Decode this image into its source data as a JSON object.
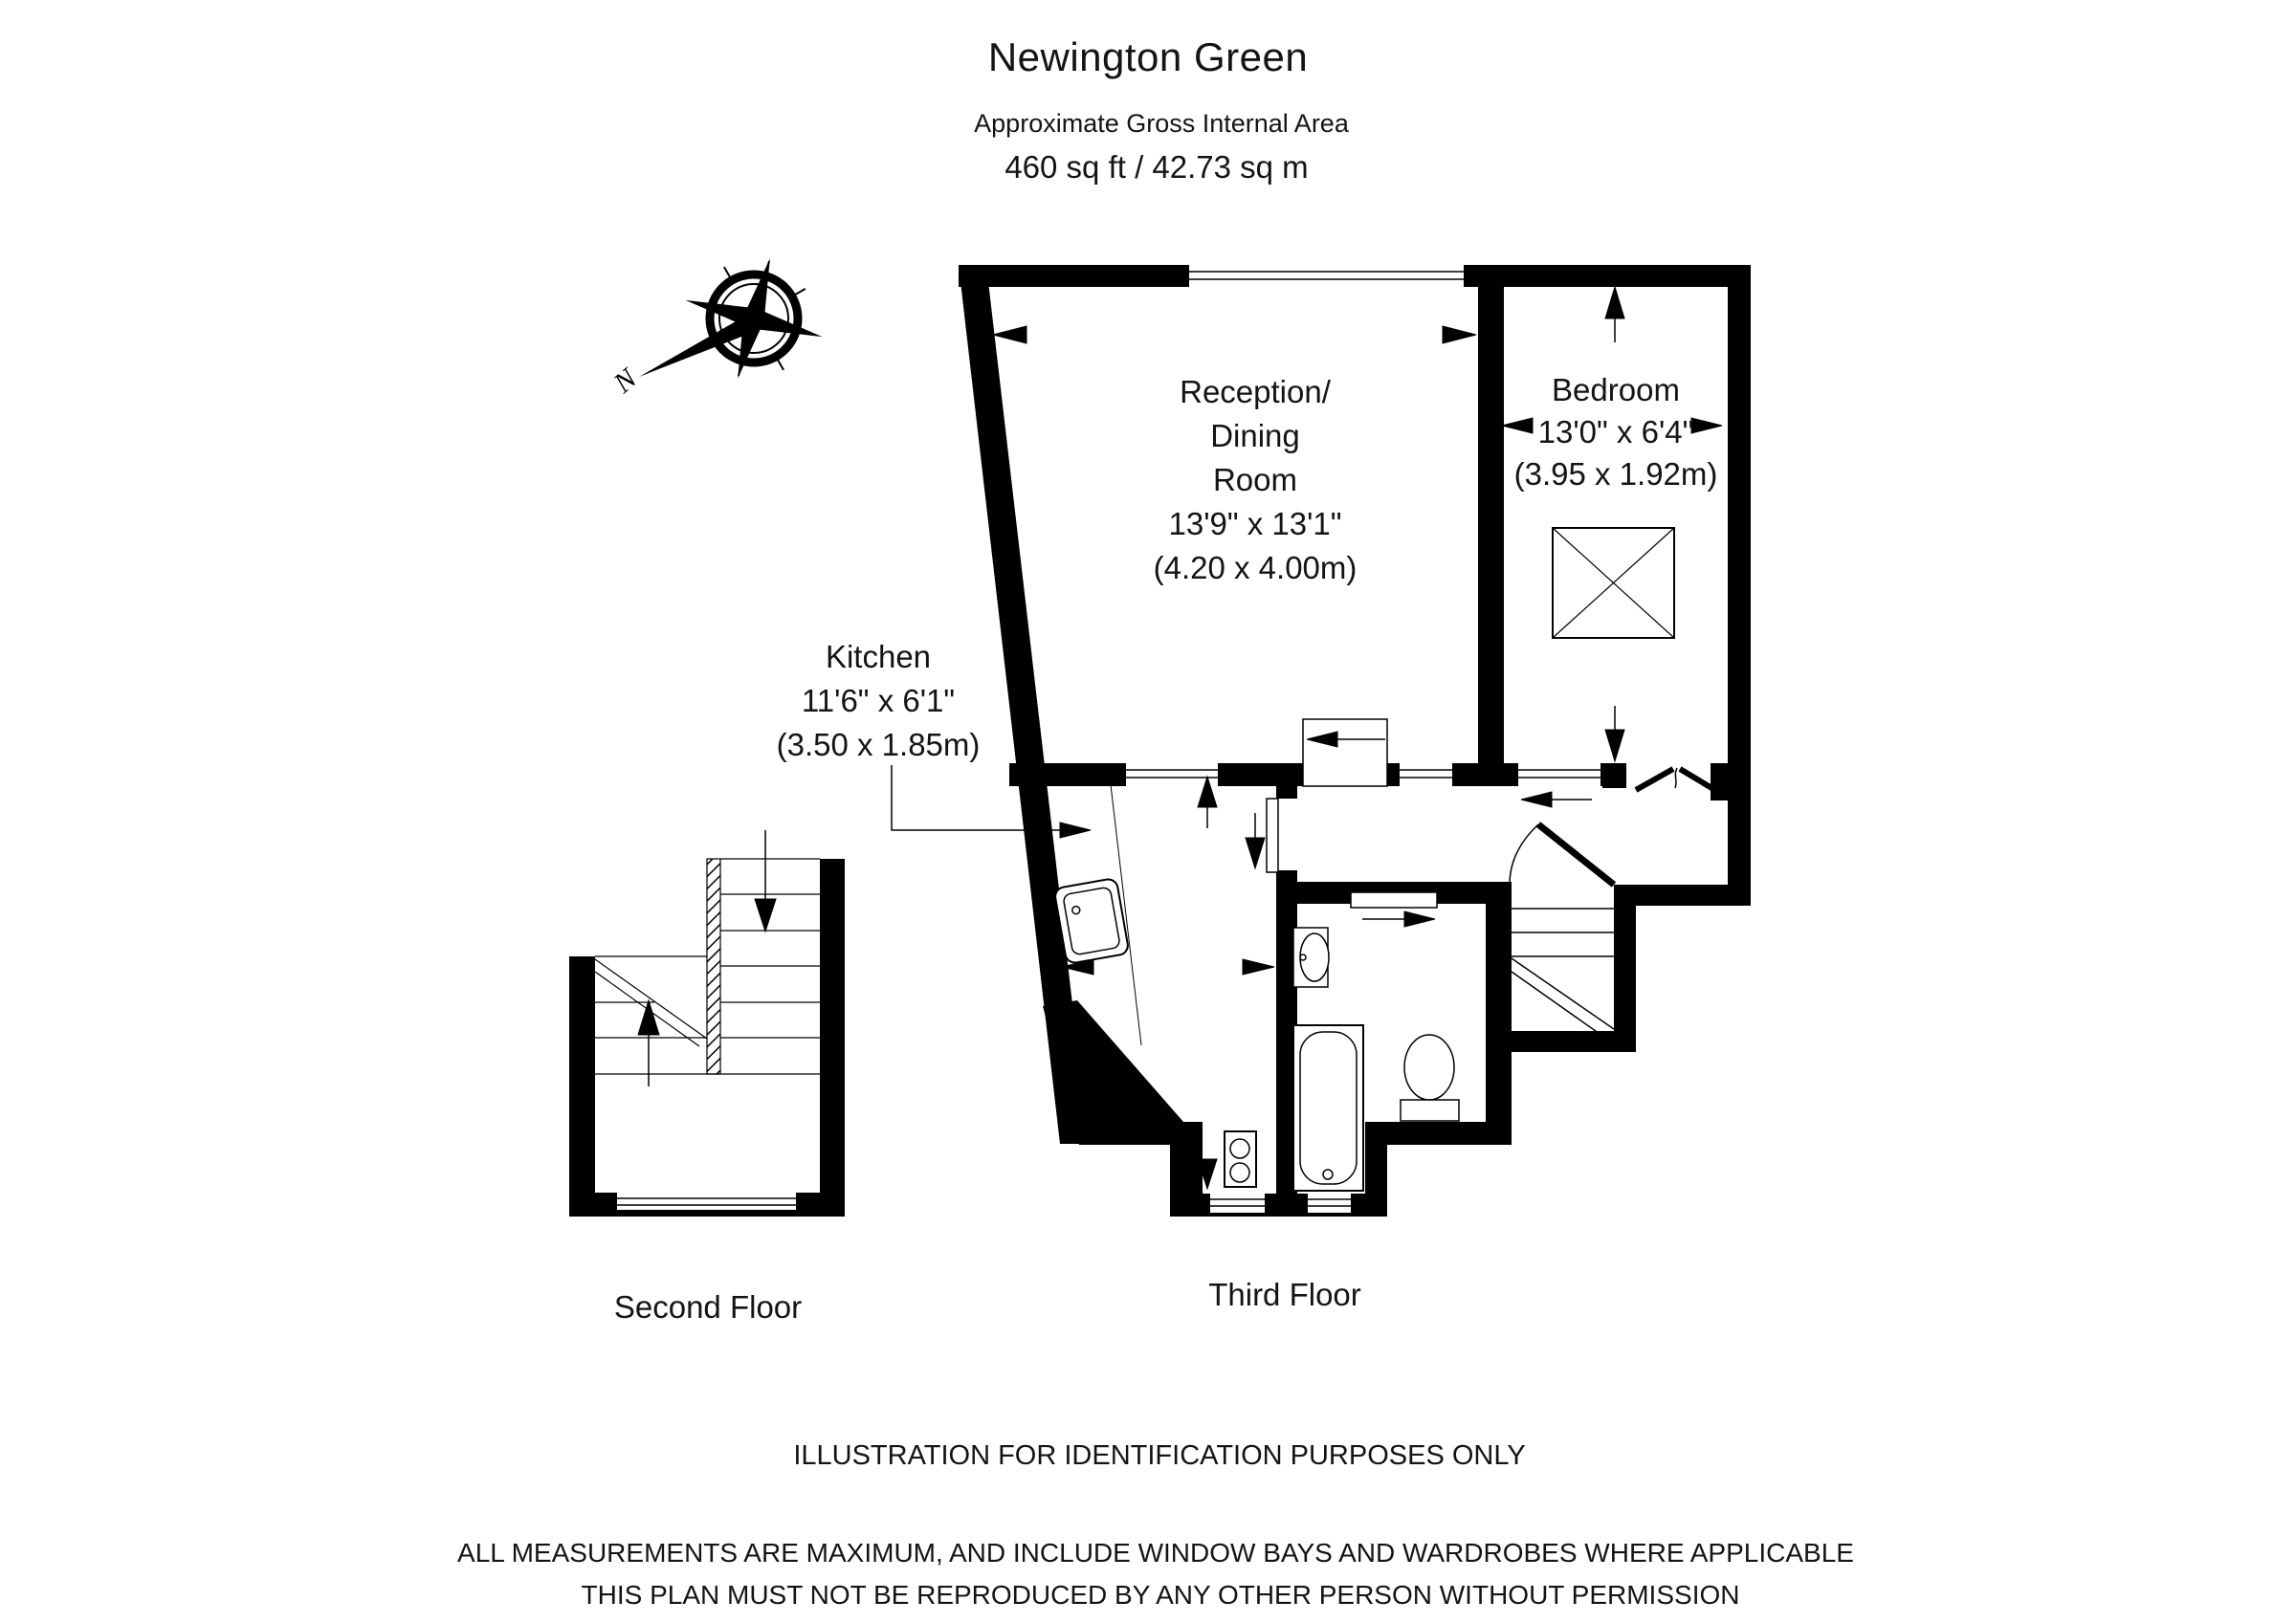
{
  "header": {
    "title": "Newington Green",
    "subtitle": "Approximate Gross Internal Area",
    "area": "460 sq ft / 42.73 sq m"
  },
  "compass": {
    "north_label": "N"
  },
  "rooms": {
    "reception": {
      "name_line1": "Reception/",
      "name_line2": "Dining",
      "name_line3": "Room",
      "dimensions_imperial": "13'9\" x 13'1\"",
      "dimensions_metric": "(4.20 x 4.00m)"
    },
    "bedroom": {
      "name": "Bedroom",
      "dimensions_imperial": "13'0\" x 6'4\"",
      "dimensions_metric": "(3.95 x 1.92m)"
    },
    "kitchen": {
      "name": "Kitchen",
      "dimensions_imperial": "11'6\" x 6'1\"",
      "dimensions_metric": "(3.50 x 1.85m)"
    }
  },
  "floors": {
    "second": "Second Floor",
    "third": "Third Floor"
  },
  "footer": {
    "line1": "ILLUSTRATION FOR IDENTIFICATION PURPOSES ONLY",
    "line2": "ALL MEASUREMENTS ARE MAXIMUM, AND INCLUDE WINDOW BAYS AND WARDROBES WHERE APPLICABLE",
    "line3": "THIS PLAN MUST NOT BE REPRODUCED BY ANY OTHER PERSON WITHOUT PERMISSION"
  }
}
